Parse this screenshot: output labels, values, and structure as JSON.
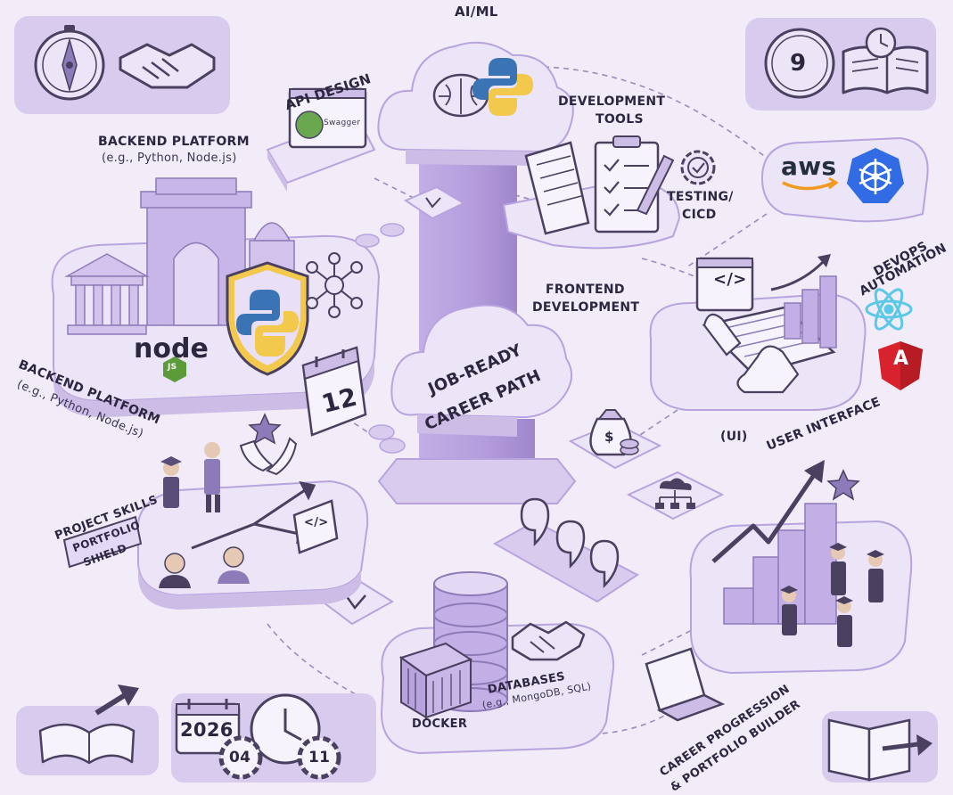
{
  "labels": {
    "ai_ml": "AI/ML",
    "api_design": "API DESIGN",
    "swagger_text": "Swagger",
    "backend_top_title": "BACKEND PLATFORM",
    "backend_top_sub": "(e.g., Python, Node.js)",
    "backend_left_title": "BACKEND PLATFORM",
    "backend_left_sub": "(e.g., Python, Node.js)",
    "dev_tools_line1": "DEVELOPMENT",
    "dev_tools_line2": "TOOLS",
    "testing_line1": "TESTING/",
    "testing_line2": "CICD",
    "aws_text": "aws",
    "devops_line1": "DEVOPS",
    "devops_line2": "AUTOMATION",
    "frontend_line1": "FRONTEND",
    "frontend_line2": "DEVELOPMENT",
    "center_line1": "JOB-READY",
    "center_line2": "CAREER PATH",
    "ui_short": "(UI)",
    "user_interface": "USER INTERFACE",
    "project_skills": "PROJECT SKILLS",
    "portfolio_line1": "PORTFOLIO",
    "portfolio_line2": "SHIELD",
    "databases_title": "DATABASES",
    "databases_sub": "(e.g., MongoDB, SQL)",
    "docker": "DOCKER",
    "career_line1": "CAREER PROGRESSION",
    "career_line2": "& PORTFOLIO BUILDER",
    "node_text": "node",
    "node_js_badge": "JS",
    "angular_letter": "A",
    "code_symbol": "</>",
    "dollar_symbol": "$"
  },
  "numbers": {
    "clock_top_right": "9",
    "calendar_left": "12",
    "year": "2026",
    "gear_left": "04",
    "gear_right": "11"
  },
  "colors": {
    "background": "#f1ecf8",
    "platform_top": "#ece4f7",
    "platform_side": "#cdbde6",
    "accent": "#b9a3df",
    "text": "#2c2640",
    "python_blue": "#3b74b4",
    "python_yellow": "#f2c94c",
    "aws_orange": "#f29a1f",
    "kubernetes_blue": "#326ce5",
    "angular_red": "#d8232f",
    "react_cyan": "#5bc8e8",
    "node_green": "#5c9b3a"
  },
  "icons": [
    "compass-icon",
    "handshake-icon",
    "clock-icon",
    "book-icon",
    "brain-icon",
    "python-icon",
    "swagger-icon",
    "document-icon",
    "checklist-icon",
    "gear-check-icon",
    "aws-icon",
    "kubernetes-icon",
    "react-icon",
    "angular-icon",
    "node-icon",
    "calendar-icon",
    "money-bag-icon",
    "database-icon",
    "docker-icon",
    "laptop-icon",
    "map-pin-icon",
    "graduate-icon",
    "trend-arrow-icon",
    "star-icon"
  ]
}
